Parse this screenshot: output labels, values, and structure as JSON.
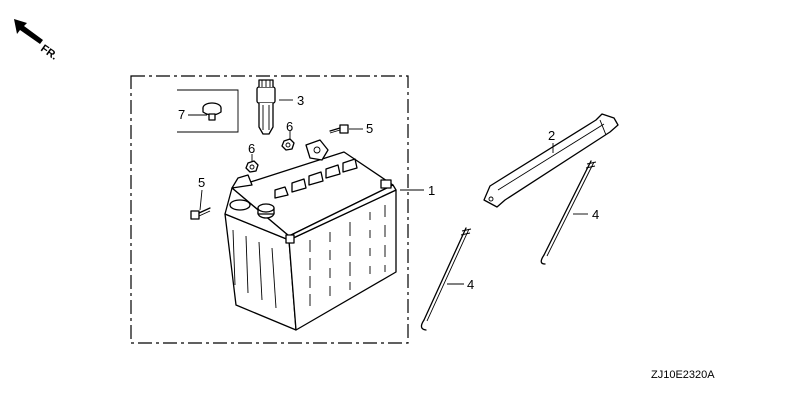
{
  "direction_indicator": {
    "label": "FR.",
    "icon": "front-direction-arrow-icon"
  },
  "diagram_code": "ZJ10E2320A",
  "callouts": {
    "c1": "1",
    "c2": "2",
    "c3": "3",
    "c4a": "4",
    "c4b": "4",
    "c5a": "5",
    "c5b": "5",
    "c6a": "6",
    "c6b": "6",
    "c7": "7"
  },
  "parts": [
    {
      "ref": "1",
      "icon": "battery-icon"
    },
    {
      "ref": "2",
      "icon": "battery-hold-bracket-icon"
    },
    {
      "ref": "3",
      "icon": "battery-cap-icon"
    },
    {
      "ref": "4",
      "icon": "battery-hold-rod-icon"
    },
    {
      "ref": "5",
      "icon": "terminal-bolt-icon"
    },
    {
      "ref": "6",
      "icon": "terminal-nut-icon"
    },
    {
      "ref": "7",
      "icon": "vent-plug-icon"
    }
  ]
}
